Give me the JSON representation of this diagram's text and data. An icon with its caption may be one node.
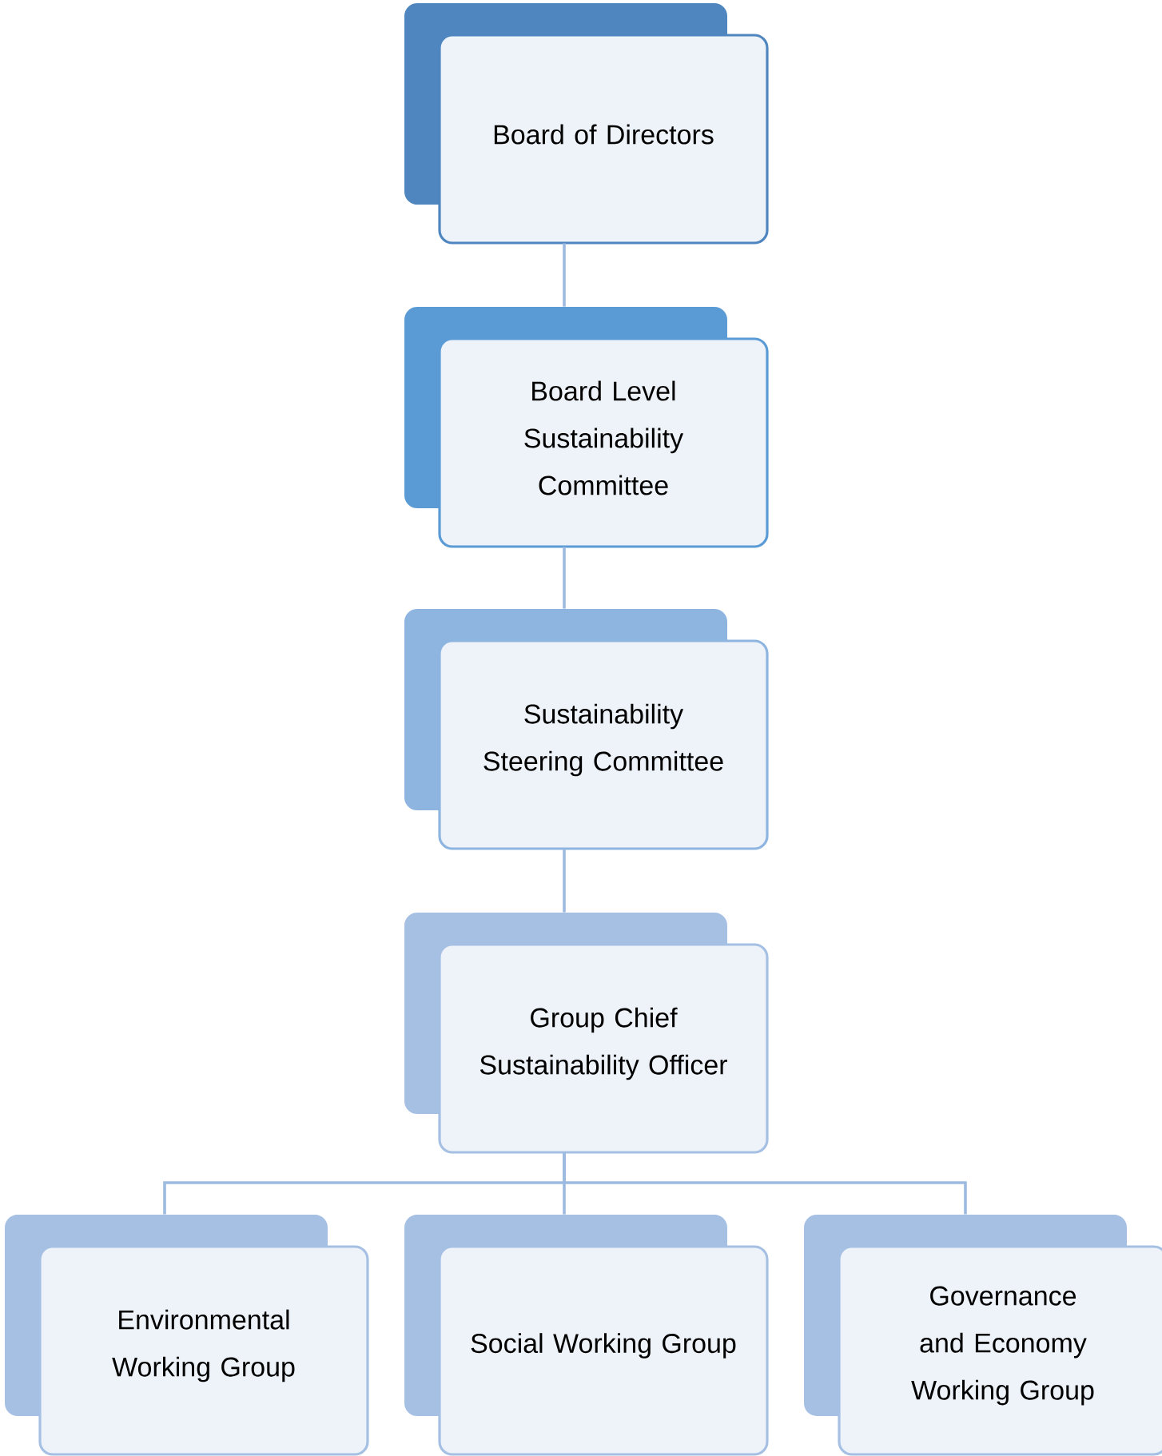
{
  "diagram": {
    "nodes": [
      {
        "text": [
          "Board of Directors"
        ]
      },
      {
        "text": [
          "Board Level Sustainability Committee"
        ]
      },
      {
        "text": [
          "Sustainability Steering Committee"
        ]
      },
      {
        "text": [
          "Group Chief Sustainability Officer"
        ]
      },
      {
        "text": [
          "Environmental Working Group"
        ]
      },
      {
        "text": [
          "Social Working Group"
        ]
      },
      {
        "text": [
          "Governance and Economy Working Group"
        ]
      }
    ],
    "edges": [
      {
        "from": 0,
        "to": 1,
        "arrow": "none"
      },
      {
        "from": 1,
        "to": 2,
        "arrow": "none"
      },
      {
        "from": 2,
        "to": 3,
        "arrow": "none"
      },
      {
        "from": 3,
        "to": 4,
        "arrow": "none"
      },
      {
        "from": 3,
        "to": 5,
        "arrow": "none"
      },
      {
        "from": 3,
        "to": 6,
        "arrow": "none"
      }
    ]
  }
}
